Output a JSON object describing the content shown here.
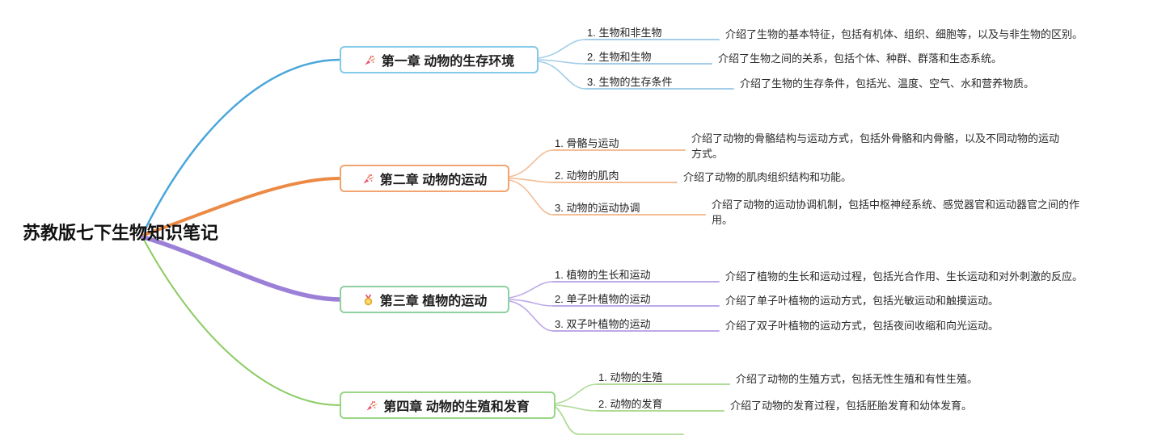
{
  "root": {
    "title": "苏教版七下生物知识笔记"
  },
  "chapters": [
    {
      "title": "第一章 动物的生存环境",
      "icon": "confetti-icon",
      "color": "#4aa6db",
      "light": "#a3cde8",
      "border": "#83c9e8",
      "topics": [
        {
          "label": "1. 生物和非生物",
          "desc": "介绍了生物的基本特征，包括有机体、组织、细胞等，以及与非生物的区别。"
        },
        {
          "label": "2. 生物和生物",
          "desc": "介绍了生物之间的关系，包括个体、种群、群落和生态系统。"
        },
        {
          "label": "3. 生物的生存条件",
          "desc": "介绍了生物的生存条件，包括光、温度、空气、水和营养物质。"
        }
      ]
    },
    {
      "title": "第二章 动物的运动",
      "icon": "confetti-icon",
      "color": "#ec8a45",
      "light": "#f3bd96",
      "border": "#f2a470",
      "topics": [
        {
          "label": "1. 骨骼与运动",
          "desc": "介绍了动物的骨骼结构与运动方式，包括外骨骼和内骨骼，以及不同动物的运动方式。"
        },
        {
          "label": "2. 动物的肌肉",
          "desc": "介绍了动物的肌肉组织结构和功能。"
        },
        {
          "label": "3. 动物的运动协调",
          "desc": "介绍了动物的运动协调机制，包括中枢神经系统、感觉器官和运动器官之间的作用。"
        }
      ]
    },
    {
      "title": "第三章 植物的运动",
      "icon": "medal-icon",
      "color": "#9c80d8",
      "light": "#bda9e8",
      "border": "#8ed0a0",
      "topics": [
        {
          "label": "1. 植物的生长和运动",
          "desc": "介绍了植物的生长和运动过程，包括光合作用、生长运动和对外刺激的反应。"
        },
        {
          "label": "2. 单子叶植物的运动",
          "desc": "介绍了单子叶植物的运动方式，包括光敏运动和触摸运动。"
        },
        {
          "label": "3. 双子叶植物的运动",
          "desc": "介绍了双子叶植物的运动方式，包括夜间收缩和向光运动。"
        }
      ]
    },
    {
      "title": "第四章 动物的生殖和发育",
      "icon": "confetti-icon",
      "color": "#8bcb62",
      "light": "#aedb96",
      "border": "#98d584",
      "topics": [
        {
          "label": "1. 动物的生殖",
          "desc": "介绍了动物的生殖方式，包括无性生殖和有性生殖。"
        },
        {
          "label": "2. 动物的发育",
          "desc": "介绍了动物的发育过程，包括胚胎发育和幼体发育。"
        }
      ]
    }
  ]
}
